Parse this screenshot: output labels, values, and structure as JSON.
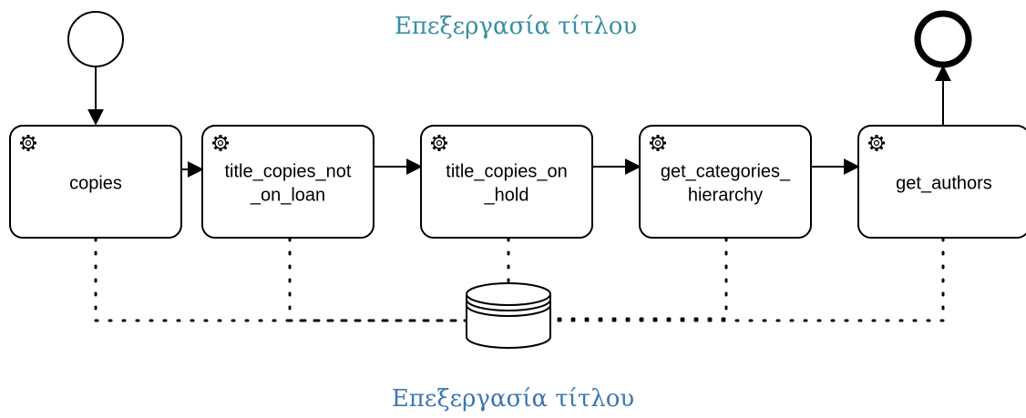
{
  "diagram": {
    "title": "Επεξεργασία τίτλου",
    "caption": "Επεξεργασία τίτλου",
    "start_event": "start",
    "end_event": "end",
    "datastore": "data-store",
    "tasks": [
      {
        "icon": "gear-icon",
        "lines": [
          "copies"
        ]
      },
      {
        "icon": "gear-icon",
        "lines": [
          "title_copies_not",
          "_on_loan"
        ]
      },
      {
        "icon": "gear-icon",
        "lines": [
          "title_copies_on",
          "_hold"
        ]
      },
      {
        "icon": "gear-icon",
        "lines": [
          "get_categories_",
          "hierarchy"
        ]
      },
      {
        "icon": "gear-icon",
        "lines": [
          "get_authors"
        ]
      }
    ],
    "colors": {
      "title": "#3a8fa3",
      "caption": "#3c78b4",
      "stroke": "#000000"
    }
  }
}
